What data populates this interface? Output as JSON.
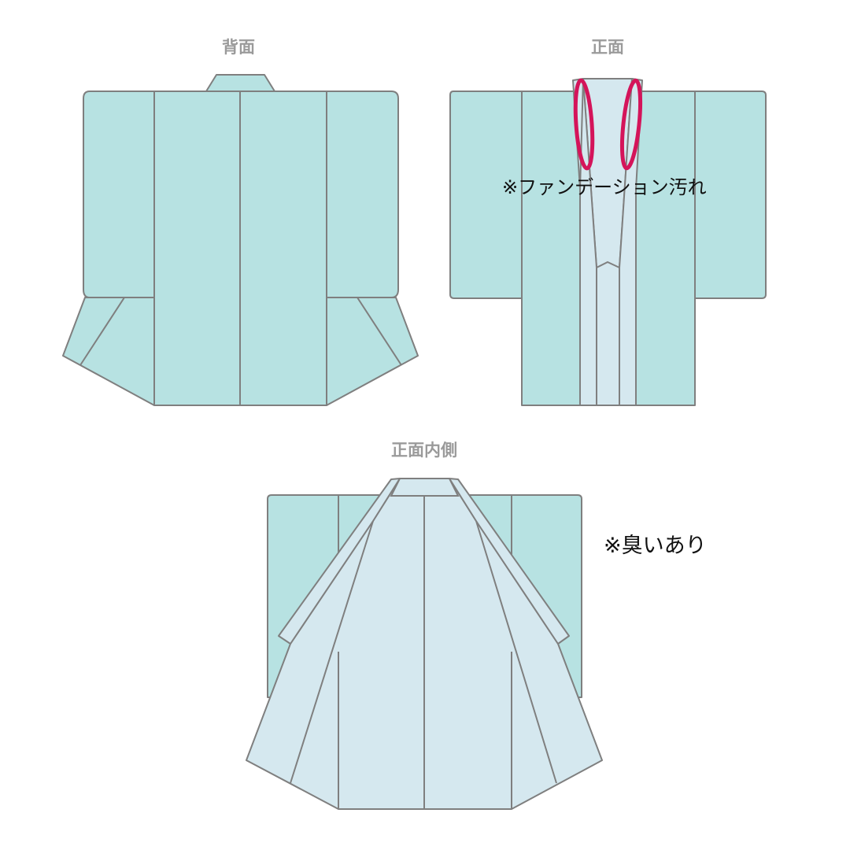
{
  "views": {
    "back": {
      "label": "背面"
    },
    "front": {
      "label": "正面"
    },
    "inside": {
      "label": "正面内側"
    }
  },
  "notes": {
    "foundation_stain": "※ファンデーション汚れ",
    "odor": "※臭いあり"
  },
  "colors": {
    "outer_fabric": "#b7e2e2",
    "lining": "#d5e8ef",
    "outline": "#7f7f7f",
    "stain_marker": "#d4145a",
    "label_gray": "#9a9a9a"
  }
}
